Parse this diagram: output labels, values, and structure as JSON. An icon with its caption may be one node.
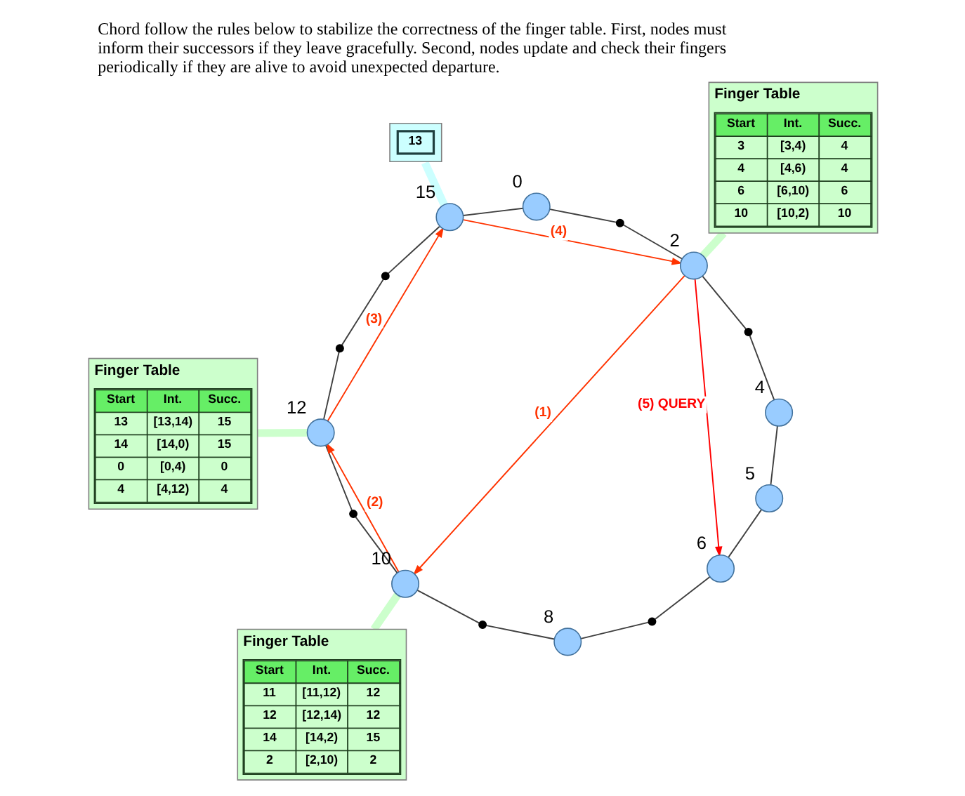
{
  "diagram": {
    "caption": "Chord follow the rules below to stabilize the correctness of the finger table. First, nodes must inform their successors if they leave gracefully. Second, nodes update and check their fingers periodically if they are alive to avoid unexpected departure.",
    "nodes": [
      {
        "text": [
          "13"
        ]
      },
      {
        "text": [],
        "shape": "circle",
        "beside": [
          "15"
        ]
      },
      {
        "text": [],
        "shape": "circle",
        "beside": [
          "0"
        ]
      },
      {
        "text": [
          "Finger Table",
          "Start",
          "Int.",
          "Succ.",
          "3",
          "[3,4)",
          "4",
          "4",
          "[4,6)",
          "4",
          "6",
          "[6,10)",
          "6",
          "10",
          "[10,2)",
          "10"
        ]
      },
      {
        "text": [],
        "shape": "dot"
      },
      {
        "text": [],
        "shape": "circle",
        "beside": [
          "2"
        ]
      },
      {
        "text": [
          "Finger Table",
          "Start",
          "Int.",
          "Succ.",
          "13",
          "[13,14)",
          "15",
          "14",
          "[14,0)",
          "15",
          "0",
          "[0,4)",
          "0",
          "4",
          "[4,12)",
          "4"
        ]
      },
      {
        "text": [],
        "shape": "dot"
      },
      {
        "text": [],
        "shape": "dot"
      },
      {
        "text": [],
        "shape": "dot"
      },
      {
        "text": [],
        "shape": "circle",
        "beside": [
          "12"
        ]
      },
      {
        "text": [],
        "shape": "circle",
        "beside": [
          "4"
        ]
      },
      {
        "text": [],
        "shape": "circle",
        "beside": [
          "5"
        ]
      },
      {
        "text": [
          "Finger Table",
          "Start",
          "Int.",
          "Succ.",
          "11",
          "[11,12)",
          "12",
          "12",
          "[12,14)",
          "12",
          "14",
          "[14,2)",
          "15",
          "2",
          "[2,10)",
          "2"
        ]
      },
      {
        "text": [],
        "shape": "dot"
      },
      {
        "text": [],
        "shape": "circle",
        "beside": [
          "10"
        ]
      },
      {
        "text": [],
        "shape": "circle",
        "beside": [
          "6"
        ]
      },
      {
        "text": [],
        "shape": "dot"
      },
      {
        "text": [],
        "shape": "dot"
      },
      {
        "text": [],
        "shape": "circle",
        "beside": [
          "8"
        ]
      }
    ],
    "edges": [
      {
        "from": 1,
        "to": 2,
        "arrow": "none"
      },
      {
        "from": 2,
        "to": 4,
        "arrow": "none"
      },
      {
        "from": 4,
        "to": 5,
        "arrow": "none"
      },
      {
        "from": 5,
        "to": 9,
        "arrow": "none"
      },
      {
        "from": 9,
        "to": 11,
        "arrow": "none"
      },
      {
        "from": 11,
        "to": 12,
        "arrow": "none"
      },
      {
        "from": 12,
        "to": 16,
        "arrow": "none"
      },
      {
        "from": 16,
        "to": 18,
        "arrow": "none"
      },
      {
        "from": 18,
        "to": 19,
        "arrow": "none"
      },
      {
        "from": 19,
        "to": 17,
        "arrow": "none"
      },
      {
        "from": 17,
        "to": 15,
        "arrow": "none"
      },
      {
        "from": 15,
        "to": 14,
        "arrow": "none"
      },
      {
        "from": 14,
        "to": 10,
        "arrow": "none"
      },
      {
        "from": 10,
        "to": 8,
        "arrow": "none"
      },
      {
        "from": 8,
        "to": 7,
        "arrow": "none"
      },
      {
        "from": 7,
        "to": 1,
        "arrow": "none"
      },
      {
        "from": 5,
        "to": 15,
        "arrow": "to",
        "label": "(1)",
        "color": "#ff3300"
      },
      {
        "from": 15,
        "to": 10,
        "arrow": "to",
        "label": "(2)",
        "color": "#ff3300"
      },
      {
        "from": 10,
        "to": 1,
        "arrow": "to",
        "label": "(3)",
        "color": "#ff3300"
      },
      {
        "from": 1,
        "to": 5,
        "arrow": "to",
        "label": "(4)",
        "color": "#ff3300"
      },
      {
        "from": 5,
        "to": 16,
        "arrow": "to",
        "label": "(5) QUERY",
        "color": "#ff0000"
      },
      {
        "from": 0,
        "to": 1,
        "arrow": "none",
        "style": "thick",
        "color": "#ccffff"
      },
      {
        "from": 3,
        "to": 5,
        "arrow": "none",
        "style": "thick",
        "color": "#ccffcc"
      },
      {
        "from": 6,
        "to": 10,
        "arrow": "none",
        "style": "thick",
        "color": "#ccffcc"
      },
      {
        "from": 13,
        "to": 15,
        "arrow": "none",
        "style": "thick",
        "color": "#ccffcc"
      }
    ]
  }
}
